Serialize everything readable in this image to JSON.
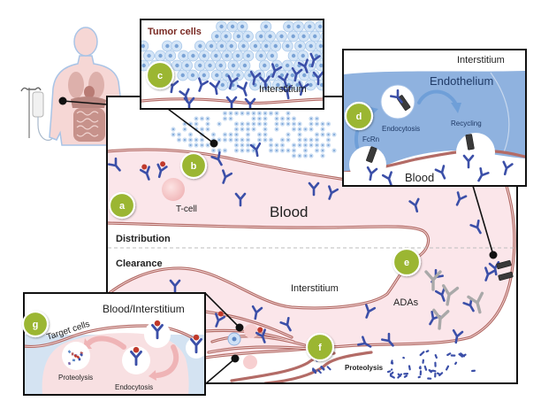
{
  "figure": {
    "main": {
      "blood": "Blood",
      "distribution": "Distribution",
      "clearance": "Clearance",
      "interstitium": "Interstitium",
      "t_cell": "T-cell",
      "adas": "ADAs",
      "proteolysis": "Proteolysis"
    },
    "panel_c": {
      "title": "Tumor cells",
      "region": "Interstitium"
    },
    "panel_d": {
      "interstitium": "Interstitium",
      "endothelium": "Endothelium",
      "endocytosis": "Endocytosis",
      "recycling": "Recycling",
      "fcrn": "FcRn",
      "blood": "Blood"
    },
    "panel_g": {
      "title": "Blood/Interstitium",
      "target_cells": "Target cells",
      "proteolysis": "Proteolysis",
      "endocytosis": "Endocytosis"
    },
    "badges": {
      "a": "a",
      "b": "b",
      "c": "c",
      "d": "d",
      "e": "e",
      "f": "f",
      "g": "g"
    }
  },
  "colors": {
    "antibody": "#3b4fa8",
    "badge": "#9bb633",
    "vessel_wall": "#b36b66",
    "blood_lumen": "#fbe6ea",
    "endothelium": "#8fb2df",
    "tumor_title": "#7a2a24",
    "ada": "#a9a9a9",
    "epitope": "#c0392b"
  }
}
